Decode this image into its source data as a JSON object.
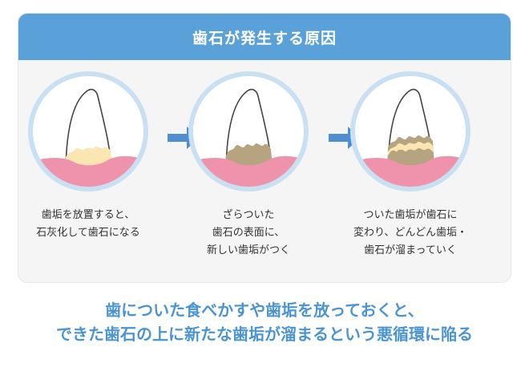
{
  "header": {
    "title": "歯石が発生する原因"
  },
  "steps": [
    {
      "caption_line1": "歯垢を放置すると、",
      "caption_line2": "石灰化して歯石になる",
      "caption_line3": ""
    },
    {
      "caption_line1": "ざらついた",
      "caption_line2": "歯石の表面に、",
      "caption_line3": "新しい歯垢がつく"
    },
    {
      "caption_line1": "ついた歯垢が歯石に",
      "caption_line2": "変わり、どんどん歯垢・",
      "caption_line3": "歯石が溜まっていく"
    }
  ],
  "summary": {
    "line1": "歯についた食べかすや歯垢を放っておくと、",
    "line2": "できた歯石の上に新たな歯垢が溜まるという悪循環に陥る"
  },
  "colors": {
    "header_bg": "#5aa0d9",
    "circle_ring": "#c9e0f3",
    "gum": "#ef93ad",
    "tooth": "#ffffff",
    "plaque": "#fbe6b2",
    "tartar": "#b5a47f",
    "arrow": "#4f8fd0",
    "summary_text": "#4a94d1"
  }
}
